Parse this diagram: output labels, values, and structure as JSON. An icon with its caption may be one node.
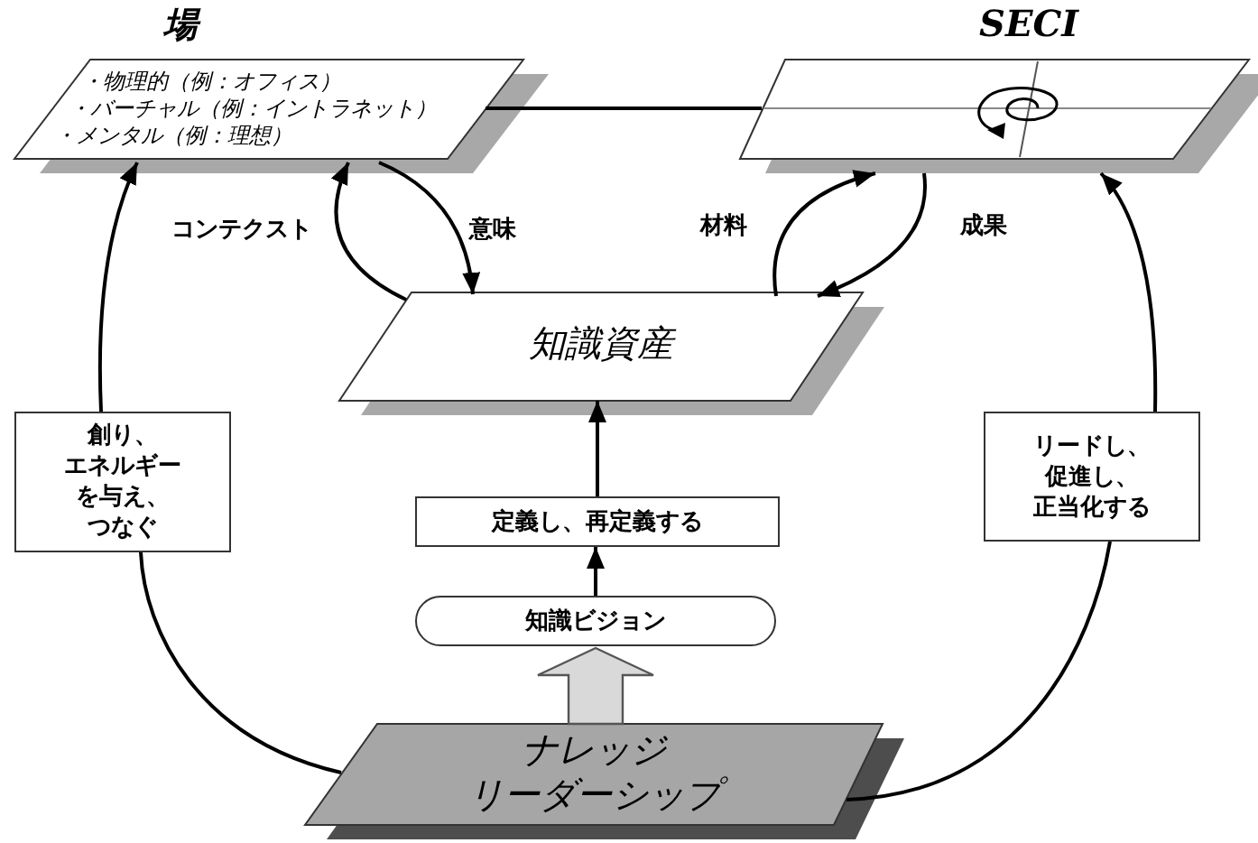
{
  "diagram": {
    "nodes": [
      {
        "text": [
          "場",
          "・物理的（例：オフィス）",
          "・バーチャル（例：イントラネット）",
          "・メンタル（例：理想）"
        ]
      },
      {
        "text": [
          "SECI"
        ]
      },
      {
        "text": [
          "知識資産"
        ]
      },
      {
        "text": [
          "創り、エネルギーを与え、つなぐ"
        ]
      },
      {
        "text": [
          "定義し、再定義する"
        ]
      },
      {
        "text": [
          "リードし、促進し、正当化する"
        ]
      },
      {
        "text": [
          "知識ビジョン"
        ]
      },
      {
        "text": [
          "ナレッジリーダーシップ"
        ]
      }
    ],
    "edges": [
      {
        "from": 0,
        "to": 1,
        "arrow": "none"
      },
      {
        "from": 2,
        "to": 0,
        "arrow": "to",
        "label": "コンテクスト"
      },
      {
        "from": 0,
        "to": 2,
        "arrow": "to",
        "label": "意味"
      },
      {
        "from": 2,
        "to": 1,
        "arrow": "to",
        "label": "材料"
      },
      {
        "from": 1,
        "to": 2,
        "arrow": "to",
        "label": "成果"
      },
      {
        "from": 4,
        "to": 2,
        "arrow": "to"
      },
      {
        "from": 6,
        "to": 4,
        "arrow": "to"
      },
      {
        "from": 7,
        "to": 6,
        "arrow": "to",
        "style": "thick"
      },
      {
        "from": 7,
        "to": 3,
        "arrow": "none"
      },
      {
        "from": 3,
        "to": 0,
        "arrow": "to"
      },
      {
        "from": 7,
        "to": 5,
        "arrow": "none"
      },
      {
        "from": 5,
        "to": 1,
        "arrow": "to"
      }
    ]
  }
}
